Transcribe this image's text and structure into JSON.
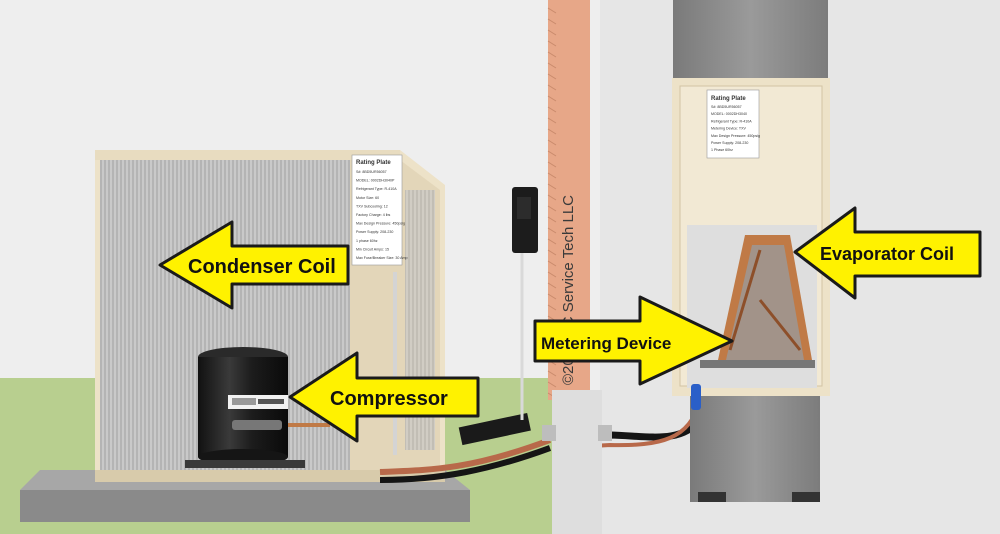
{
  "labels": {
    "condenser_coil": "Condenser Coil",
    "compressor": "Compressor",
    "metering_device": "Metering Device",
    "evaporator_coil": "Evaporator Coil"
  },
  "watermark": "©2020 AC Service Tech LLC",
  "condenser_rating_plate": {
    "title": "Rating Plate",
    "lines": [
      "S#: 8BD5UR56057",
      "MODEL: 0002DH3040P",
      "Refrigerant Type: R-410A",
      "Motor Size: 60",
      "TXV Subcooling: 12",
      "Factory Charge: 4 lbs",
      "Max Design Pressure: 450psig",
      "Power Supply: 208-230",
      "1 phase 60hz",
      "Min Circuit Amps: 15",
      "Max Fuse/Breaker Size: 30 Amp"
    ]
  },
  "air_handler_rating_plate": {
    "title": "Rating Plate",
    "lines": [
      "S#: 8BD5UR56057",
      "MODEL: 0002DH3040",
      "Refrigerant Type: R-410A",
      "Metering Device: TXV",
      "Max Design Pressure: 450psig",
      "Power Supply: 208-230",
      "1 Phase 60hz"
    ]
  },
  "colors": {
    "arrow_fill": "#fff200",
    "arrow_stroke": "#1a1a1a",
    "grass": "#b8cf8f",
    "cabinet_beige": "#ede2c8",
    "wall_salmon": "#e7a788",
    "air_handler_gray": "#8a8a8a"
  }
}
